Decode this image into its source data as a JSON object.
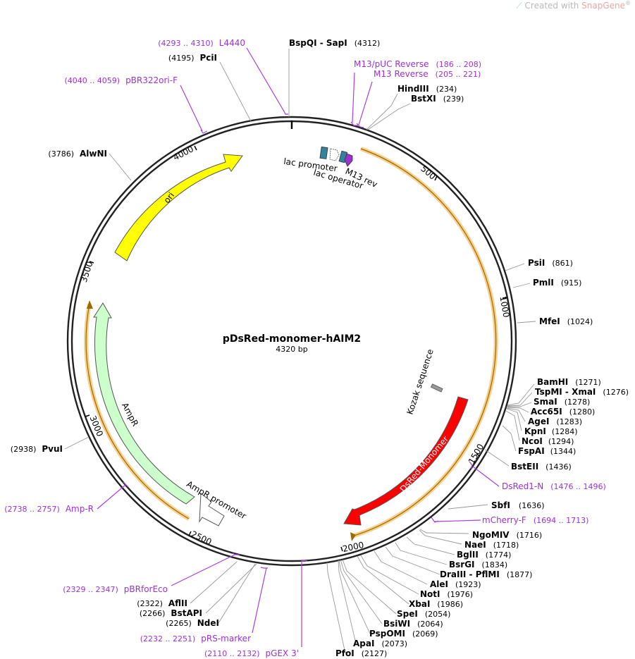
{
  "branding": {
    "prefix": "Created with ",
    "name": "SnapGene",
    "suffix": "®"
  },
  "plasmid": {
    "name": "pDsRed-monomer-hAIM2",
    "length_label": "4320 bp",
    "length": 4320
  },
  "ticks": [
    {
      "bp": 500,
      "label": "500"
    },
    {
      "bp": 1000,
      "label": "1000"
    },
    {
      "bp": 1500,
      "label": "1500"
    },
    {
      "bp": 2000,
      "label": "2000"
    },
    {
      "bp": 2500,
      "label": "2500"
    },
    {
      "bp": 3000,
      "label": "3000"
    },
    {
      "bp": 3500,
      "label": "3500"
    },
    {
      "bp": 4000,
      "label": "4000"
    }
  ],
  "features": [
    {
      "name": "ori",
      "label": "ori",
      "color": "#ffff00"
    },
    {
      "name": "AmpR",
      "label": "AmpR",
      "color": "#ccffcc"
    },
    {
      "name": "AmpR promoter",
      "label": "AmpR promoter",
      "color": "#ffffff"
    },
    {
      "name": "DsRed-Monomer",
      "label": "DsRed-Monomer",
      "color": "#ff0000"
    },
    {
      "name": "Kozak sequence",
      "label": "Kozak sequence",
      "color": "#999999"
    },
    {
      "name": "lac promoter",
      "label": "lac promoter",
      "color": "#31849b"
    },
    {
      "name": "lac operator",
      "label": "lac operator",
      "color": "#ffffff"
    },
    {
      "name": "M13 rev",
      "label": "M13 rev",
      "color": "#993399"
    }
  ],
  "sites": [
    {
      "name": "BspQI",
      "name2": "SapI",
      "pos": "(4312)"
    },
    {
      "name": "HindIII",
      "pos": "(234)"
    },
    {
      "name": "BstXI",
      "pos": "(239)"
    },
    {
      "name": "PsiI",
      "pos": "(861)"
    },
    {
      "name": "PmlI",
      "pos": "(915)"
    },
    {
      "name": "MfeI",
      "pos": "(1024)"
    },
    {
      "name": "BamHI",
      "pos": "(1271)"
    },
    {
      "name": "TspMI",
      "name2": "XmaI",
      "pos": "(1276)"
    },
    {
      "name": "SmaI",
      "pos": "(1278)"
    },
    {
      "name": "Acc65I",
      "pos": "(1280)"
    },
    {
      "name": "AgeI",
      "pos": "(1283)"
    },
    {
      "name": "KpnI",
      "pos": "(1284)"
    },
    {
      "name": "NcoI",
      "pos": "(1294)"
    },
    {
      "name": "FspAI",
      "pos": "(1344)"
    },
    {
      "name": "BstEII",
      "pos": "(1436)"
    },
    {
      "name": "SbfI",
      "pos": "(1636)"
    },
    {
      "name": "NgoMIV",
      "pos": "(1716)"
    },
    {
      "name": "NaeI",
      "pos": "(1718)"
    },
    {
      "name": "BglII",
      "pos": "(1774)"
    },
    {
      "name": "BsrGI",
      "pos": "(1834)"
    },
    {
      "name": "DraIII",
      "name2": "PflMI",
      "pos": "(1877)"
    },
    {
      "name": "AleI",
      "pos": "(1923)"
    },
    {
      "name": "NotI",
      "pos": "(1976)"
    },
    {
      "name": "XbaI",
      "pos": "(1986)"
    },
    {
      "name": "SpeI",
      "pos": "(2054)"
    },
    {
      "name": "BsiWI",
      "pos": "(2064)"
    },
    {
      "name": "PspOMI",
      "pos": "(2069)"
    },
    {
      "name": "ApaI",
      "pos": "(2073)"
    },
    {
      "name": "PfoI",
      "pos": "(2127)"
    },
    {
      "name": "NdeI",
      "pos": "(2265)"
    },
    {
      "name": "BstAPI",
      "pos": "(2266)"
    },
    {
      "name": "AflII",
      "pos": "(2322)"
    },
    {
      "name": "PvuI",
      "pos": "(2938)"
    },
    {
      "name": "AlwNI",
      "pos": "(3786)"
    },
    {
      "name": "PciI",
      "pos": "(4195)"
    }
  ],
  "primers": [
    {
      "name": "L4440",
      "range": "(4293 .. 4310)"
    },
    {
      "name": "M13/pUC Reverse",
      "range": "(186 .. 208)"
    },
    {
      "name": "M13 Reverse",
      "range": "(205 .. 221)"
    },
    {
      "name": "pBR322ori-F",
      "range": "(4040 .. 4059)"
    },
    {
      "name": "DsRed1-N",
      "range": "(1476 .. 1496)"
    },
    {
      "name": "mCherry-F",
      "range": "(1694 .. 1713)"
    },
    {
      "name": "Amp-R",
      "range": "(2738 .. 2757)"
    },
    {
      "name": "pBRforEco",
      "range": "(2329 .. 2347)"
    },
    {
      "name": "pRS-marker",
      "range": "(2232 .. 2251)"
    },
    {
      "name": "pGEX 3'",
      "range": "(2110 .. 2132)"
    }
  ]
}
